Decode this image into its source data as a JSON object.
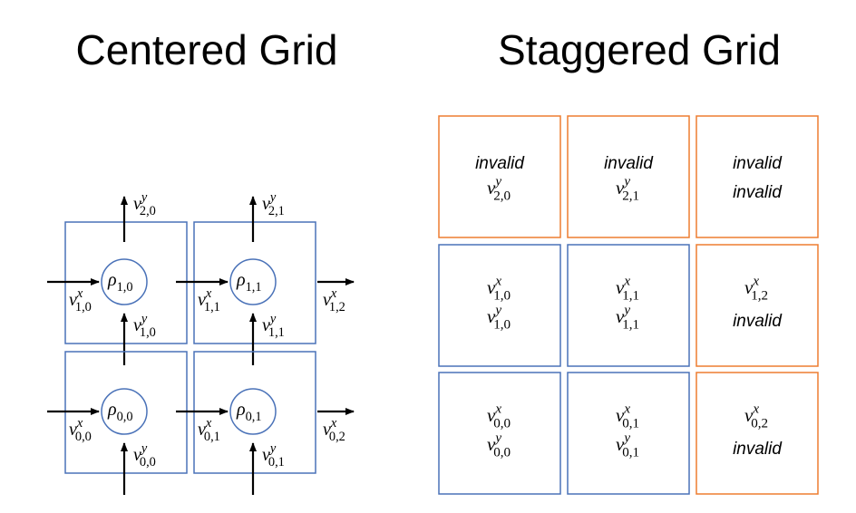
{
  "titles": {
    "left": "Centered Grid",
    "right": "Staggered Grid"
  },
  "colors": {
    "valid": "#4a72b8",
    "invalid": "#ed7d31",
    "arrow": "#000000"
  },
  "centered_grid": {
    "cells": [
      {
        "row": 1,
        "col": 0,
        "density": {
          "sym": "ρ",
          "sub": "1,0"
        },
        "vx_in": {
          "sym": "v",
          "sup": "x",
          "sub": "1,0"
        },
        "vy_top": {
          "sym": "v",
          "sup": "y",
          "sub": "2,0"
        },
        "vy_bottom": {
          "sym": "v",
          "sup": "y",
          "sub": "1,0"
        }
      },
      {
        "row": 1,
        "col": 1,
        "density": {
          "sym": "ρ",
          "sub": "1,1"
        },
        "vx_in": {
          "sym": "v",
          "sup": "x",
          "sub": "1,1"
        },
        "vx_out": {
          "sym": "v",
          "sup": "x",
          "sub": "1,2"
        },
        "vy_top": {
          "sym": "v",
          "sup": "y",
          "sub": "2,1"
        },
        "vy_bottom": {
          "sym": "v",
          "sup": "y",
          "sub": "1,1"
        }
      },
      {
        "row": 0,
        "col": 0,
        "density": {
          "sym": "ρ",
          "sub": "0,0"
        },
        "vx_in": {
          "sym": "v",
          "sup": "x",
          "sub": "0,0"
        },
        "vy_bottom": {
          "sym": "v",
          "sup": "y",
          "sub": "0,0"
        }
      },
      {
        "row": 0,
        "col": 1,
        "density": {
          "sym": "ρ",
          "sub": "0,1"
        },
        "vx_in": {
          "sym": "v",
          "sup": "x",
          "sub": "0,1"
        },
        "vx_out": {
          "sym": "v",
          "sup": "x",
          "sub": "0,2"
        },
        "vy_bottom": {
          "sym": "v",
          "sup": "y",
          "sub": "0,1"
        }
      }
    ]
  },
  "staggered_grid": {
    "invalid_word": "invalid",
    "rows": [
      [
        {
          "status": "invalid",
          "lines": [
            {
              "text": "invalid"
            },
            {
              "sym": "v",
              "sup": "y",
              "sub": "2,0"
            }
          ]
        },
        {
          "status": "invalid",
          "lines": [
            {
              "text": "invalid"
            },
            {
              "sym": "v",
              "sup": "y",
              "sub": "2,1"
            }
          ]
        },
        {
          "status": "invalid",
          "lines": [
            {
              "text": "invalid"
            },
            {
              "text": "invalid"
            }
          ]
        }
      ],
      [
        {
          "status": "valid",
          "lines": [
            {
              "sym": "v",
              "sup": "x",
              "sub": "1,0"
            },
            {
              "sym": "v",
              "sup": "y",
              "sub": "1,0"
            }
          ]
        },
        {
          "status": "valid",
          "lines": [
            {
              "sym": "v",
              "sup": "x",
              "sub": "1,1"
            },
            {
              "sym": "v",
              "sup": "y",
              "sub": "1,1"
            }
          ]
        },
        {
          "status": "invalid",
          "lines": [
            {
              "sym": "v",
              "sup": "x",
              "sub": "1,2"
            },
            {
              "text": "invalid"
            }
          ]
        }
      ],
      [
        {
          "status": "valid",
          "lines": [
            {
              "sym": "v",
              "sup": "x",
              "sub": "0,0"
            },
            {
              "sym": "v",
              "sup": "y",
              "sub": "0,0"
            }
          ]
        },
        {
          "status": "valid",
          "lines": [
            {
              "sym": "v",
              "sup": "x",
              "sub": "0,1"
            },
            {
              "sym": "v",
              "sup": "y",
              "sub": "0,1"
            }
          ]
        },
        {
          "status": "invalid",
          "lines": [
            {
              "sym": "v",
              "sup": "x",
              "sub": "0,2"
            },
            {
              "text": "invalid"
            }
          ]
        }
      ]
    ]
  }
}
